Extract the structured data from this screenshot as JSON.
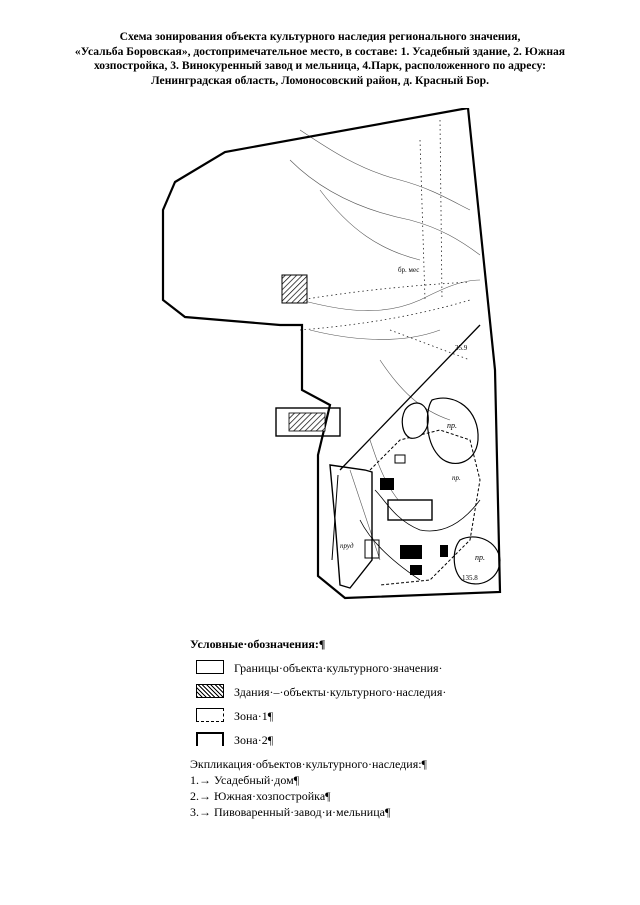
{
  "title": {
    "lines": [
      "Схема зонирования объекта культурного наследия регионального значения,",
      "«Усальба Боровская», достопримечательное место, в составе: 1. Усадебный здание, 2. Южная",
      "хозпостройка, 3. Винокуренный завод и мельница, 4.Парк, расположенного по адресу:",
      "Ленинградская область, Ломоносовский район, д. Красный Бор."
    ]
  },
  "map": {
    "labels": {
      "pr1": "пр.",
      "pr2": "пр.",
      "pr3": "пр.",
      "brmes": "бр. мес",
      "elev1": "35.9",
      "elev2": "135.8",
      "prud": "пруд"
    }
  },
  "legend": {
    "heading": "Условные·обозначения:¶",
    "items": [
      {
        "symbol": "boundary-box",
        "text": "Границы·объекта·культурного·значения·"
      },
      {
        "symbol": "hatched-box",
        "text": "Здания·–·объекты·культурного·наследия·"
      },
      {
        "symbol": "zone1-box",
        "text": "Зона·1¶"
      },
      {
        "symbol": "zone2-box",
        "text": "Зона·2¶"
      }
    ],
    "explication_heading": "Экпликация·объектов·культурного·наследия:¶",
    "explication": [
      "1.→ Усадебный·дом¶",
      "2.→ Южная·хозпостройка¶",
      "3.→ Пивоваренный·завод·и·мельница¶"
    ]
  }
}
